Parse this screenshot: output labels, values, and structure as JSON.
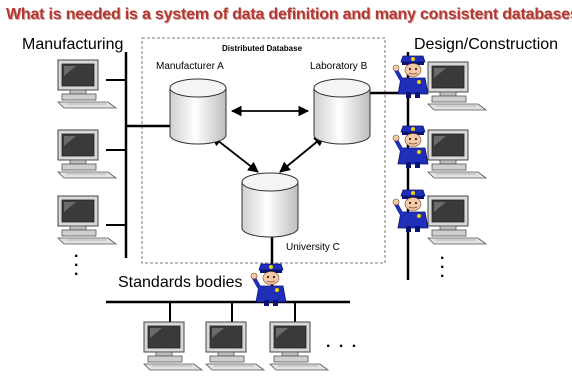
{
  "title": "What is needed is a system of data definition and many consistent databases",
  "groups": {
    "manufacturing": "Manufacturing",
    "design": "Design/Construction",
    "standards": "Standards bodies"
  },
  "db": {
    "box_label": "Distributed Database",
    "a": "Manufacturer A",
    "b": "Laboratory B",
    "c": "University C"
  },
  "ellipsis": {
    "left": ". . .",
    "bottom": ". . .",
    "right": ". . ."
  },
  "icons": {
    "computer": "computer-icon",
    "database": "database-cylinder-icon",
    "police": "police-officer-icon"
  },
  "colors": {
    "title": "#b03a33",
    "police_uniform": "#1f2fb8"
  }
}
